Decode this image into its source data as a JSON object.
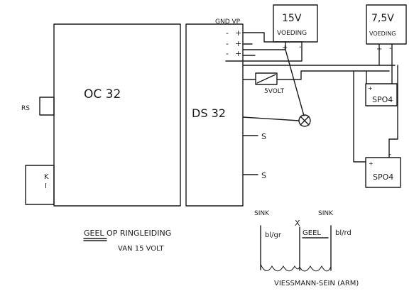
{
  "diagram": {
    "oc32": {
      "label": "OC 32"
    },
    "rs": {
      "label": "RS"
    },
    "ki": {
      "label_k": "K",
      "label_i": "I"
    },
    "ds32": {
      "label": "DS 32"
    },
    "terminals": {
      "header": "GND VP",
      "minus": "-",
      "plus": "+"
    },
    "psu15": {
      "voltage": "15V",
      "word": "VOEDING"
    },
    "psu75": {
      "voltage": "7,5V",
      "word": "VOEDING"
    },
    "polarity": {
      "plus": "+",
      "minus": "-"
    },
    "relay": {
      "label": "5VOLT"
    },
    "outputs": {
      "s": "S"
    },
    "spo4": {
      "label": "SPO4"
    },
    "note": {
      "line1": "GEEL OP RINGLEIDING",
      "line2": "VAN 15 VOLT"
    },
    "signal": {
      "sink_left": "SINK",
      "x_mark": "X",
      "sink_right": "SINK",
      "bl_gr": "bl/gr",
      "geel": "GEEL",
      "bl_rd": "bl/rd",
      "caption": "VIESSMANN-SEIN (ARM)"
    }
  }
}
